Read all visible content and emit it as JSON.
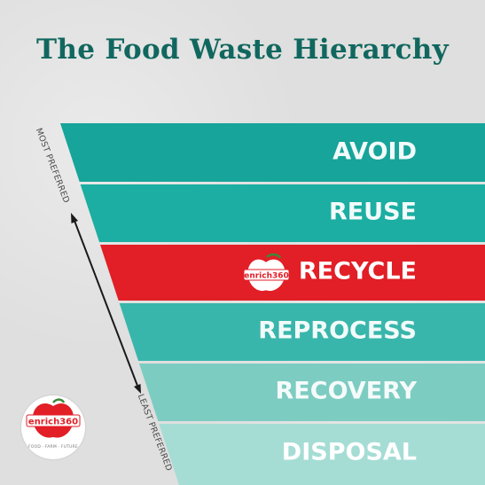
{
  "title": "The Food Waste Hierarchy",
  "axis": {
    "top_label": "MOST PREFERRED",
    "bottom_label": "LEAST PREFERRED"
  },
  "tiers": [
    {
      "label": "AVOID",
      "color": "#17a49a",
      "text_color": "#f2fbfa"
    },
    {
      "label": "REUSE",
      "color": "#1caea2",
      "text_color": "#f2fbfa"
    },
    {
      "label": "RECYCLE",
      "color": "#e21e26",
      "text_color": "#ffffff",
      "has_logo": true
    },
    {
      "label": "REPROCESS",
      "color": "#39b6ab",
      "text_color": "#f2fbfa"
    },
    {
      "label": "RECOVERY",
      "color": "#7dccc2",
      "text_color": "#f5fbfa"
    },
    {
      "label": "DISPOSAL",
      "color": "#a5ddd5",
      "text_color": "#ffffff"
    }
  ],
  "brand": {
    "name": "enrich360",
    "tagline": "FOOD · FARM · FUTURE",
    "color": "#e21e26"
  }
}
